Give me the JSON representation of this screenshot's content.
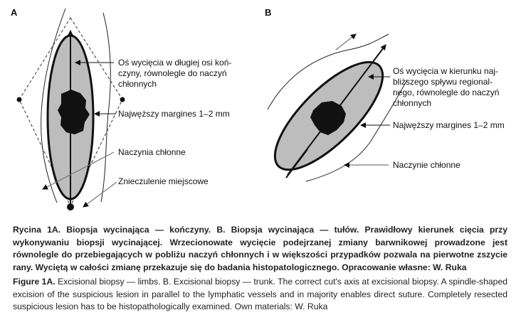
{
  "panels": {
    "a": {
      "letter": "A",
      "labels": {
        "axis": [
          "Oś wycięcia w długiej osi koń-",
          "czyny, równolegle do naczyń",
          "chłonnych"
        ],
        "margin": "Najwęższy margines 1–2 mm",
        "vessels": "Naczynia chłonne",
        "anesthesia": "Znieczulenie miejscowe"
      }
    },
    "b": {
      "letter": "B",
      "labels": {
        "axis": [
          "Oś wycięcia w kierunku naj-",
          "bliższego spływu regional-",
          "nego, równolegle do naczyń",
          "chłonnych"
        ],
        "margin": "Najwęższy margines 1–2 mm",
        "vessel": "Naczynie chłonne"
      }
    }
  },
  "caption": {
    "pl": "Rycina 1A. Biopsja wycinająca — kończyny. B. Biopsja wycinająca — tułów. Prawidłowy kierunek cięcia przy wykonywaniu biopsji wycinającej. Wrzecionowate wycięcie podejrzanej zmiany barwnikowej prowadzone jest równolegle do przebiegających w pobliżu naczyń chłonnych i w większości przypadków pozwala na pierwotne zszycie rany. Wyciętą w całości zmianę przekazuje się do badania histopatologicznego. Opracowanie własne: W. Ruka",
    "en_label": "Figure 1A.",
    "en_text": " Excisional biopsy — limbs. B. Excisional biopsy — trunk. The correct cut's axis at excisional biopsy. A spindle-shaped excision of the suspicious lesion in parallel to the lymphatic vessels and in majority enables direct suture. Completely resected suspicious lesion has to be histopathologically examined. Own materials: W. Ruka"
  }
}
